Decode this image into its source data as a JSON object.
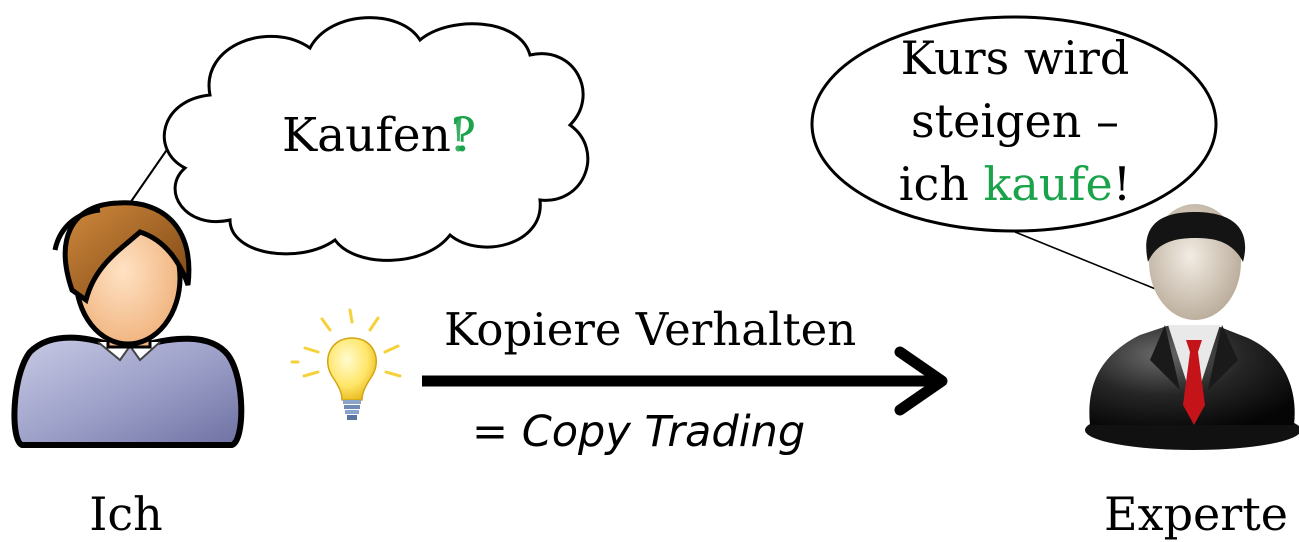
{
  "thought_bubble": {
    "text": "Kaufen",
    "mark_question": "?",
    "mark_exclaim": "!"
  },
  "speech_bubble": {
    "line1": "Kurs wird",
    "line2": "steigen –",
    "line3_prefix": "ich ",
    "line3_highlight": "kaufe",
    "line3_suffix": "!"
  },
  "arrow": {
    "label": "Kopiere Verhalten",
    "equals": "= ",
    "definition": "Copy Trading"
  },
  "people": {
    "me_label": "Ich",
    "expert_label": "Experte"
  },
  "icons": {
    "me": "person-icon",
    "expert": "businessman-icon",
    "idea": "lightbulb-icon"
  },
  "colors": {
    "highlight_green": "#1aa34a",
    "text": "#000000"
  }
}
